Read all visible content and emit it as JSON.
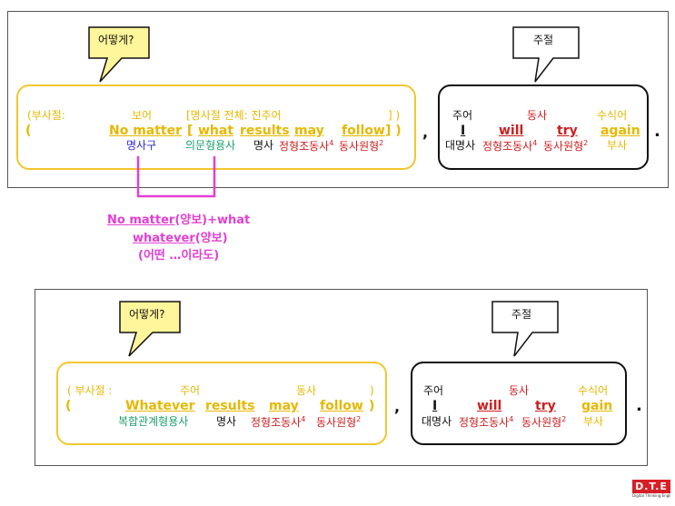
{
  "diagram1": {
    "callout_yellow": "어떻게?",
    "callout_black": "주절",
    "clause_labels": {
      "adv_clause": "(부사절:",
      "complement": "보어",
      "noun_clause": "[명사절 전체: 진주어",
      "close_brackets": "] )"
    },
    "words": {
      "open_paren": "(",
      "no_matter": "No matter",
      "open_bracket": "[",
      "what": "what",
      "results": "results",
      "may": "may",
      "follow": "follow",
      "close": "] )"
    },
    "pos": {
      "noun_phrase": "명사구",
      "interrogative_adj": "의문형용사",
      "noun": "명사",
      "modal": "정형조동사",
      "modal_sup": "4",
      "verb": "동사원형",
      "verb_sup": "2"
    },
    "main_clause": {
      "labels": {
        "subject": "주어",
        "verb": "동사",
        "modifier": "수식어"
      },
      "words": {
        "i": "I",
        "will": "will",
        "try": "try",
        "again": "again"
      },
      "pos": {
        "pronoun": "대명사",
        "modal": "정형조동사",
        "modal_sup": "4",
        "verb": "동사원형",
        "verb_sup": "2",
        "adverb": "부사"
      }
    },
    "comma": ",",
    "period": "."
  },
  "note": {
    "line1_main": "No matter",
    "line1_rest": "(양보)+what",
    "line2_main": "whatever",
    "line2_rest": "(양보)",
    "line3": "(어떤 …이라도)"
  },
  "diagram2": {
    "callout_yellow": "어떻게?",
    "callout_black": "주절",
    "clause_labels": {
      "adv_clause": "( 부사절 :",
      "subject": "주어",
      "verb": "동사",
      "close": ")"
    },
    "words": {
      "open_paren": "(",
      "whatever": "Whatever",
      "results": "results",
      "may": "may",
      "follow": "follow",
      "close_paren": ")"
    },
    "pos": {
      "compound_rel_adj": "복합관계형용사",
      "noun": "명사",
      "modal": "정형조동사",
      "modal_sup": "4",
      "verb": "동사원형",
      "verb_sup": "2"
    },
    "main_clause": {
      "labels": {
        "subject": "주어",
        "verb": "동사",
        "modifier": "수식어"
      },
      "words": {
        "i": "I",
        "will": "will",
        "try": "try",
        "gain": "gain"
      },
      "pos": {
        "pronoun": "대명사",
        "modal": "정형조동사",
        "modal_sup": "4",
        "verb": "동사원형",
        "verb_sup": "2",
        "adverb": "부사"
      }
    },
    "comma": ",",
    "period": "."
  },
  "logo": {
    "text": "D.T.E",
    "caption": "Digital Thinking English"
  },
  "colors": {
    "gold": "#f2c72e",
    "red": "#cc1f1f",
    "magenta": "#e23fd2",
    "blue": "#2a2ad6",
    "teal": "#1a9e6e"
  }
}
